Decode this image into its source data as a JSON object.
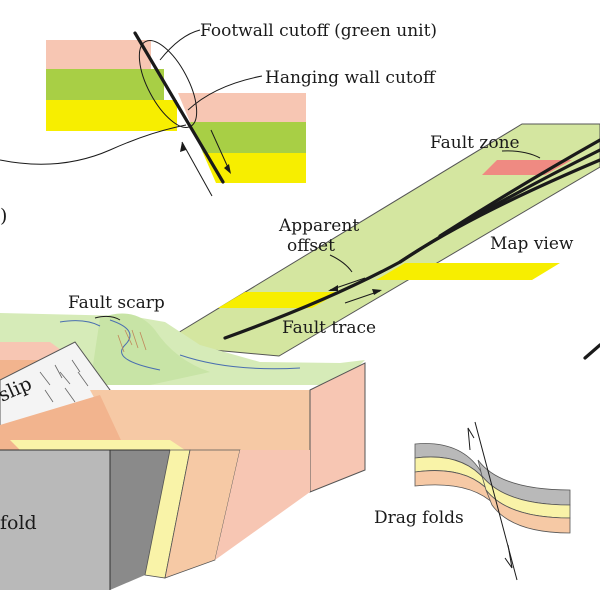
{
  "labels": {
    "footwall_cutoff": "Footwall cutoff (green unit)",
    "hanging_wall_cutoff": "Hanging wall cutoff",
    "fault_zone": "Fault zone",
    "apparent_offset_line1": "Apparent",
    "apparent_offset_line2": "offset",
    "map_view": "Map view",
    "fault_scarp": "Fault scarp",
    "fault_trace": "Fault trace",
    "slip_partial": "slip",
    "fold_partial": "fold",
    "drag_folds": "Drag folds",
    "paren_partial": ")"
  },
  "colors": {
    "pink": "#f7c6b3",
    "salmon": "#f2b48e",
    "green": "#a8cf45",
    "yellow": "#f7ee00",
    "pale_yellow": "#f9f3a8",
    "map_green": "#d4e6a0",
    "light_green": "#cde7b0",
    "gray": "#b9b9b9",
    "dark_gray": "#8a8a8a",
    "fault_zone_red": "#ef8a82",
    "peach": "#f6c9a5",
    "white_band": "#f4f4f4"
  }
}
